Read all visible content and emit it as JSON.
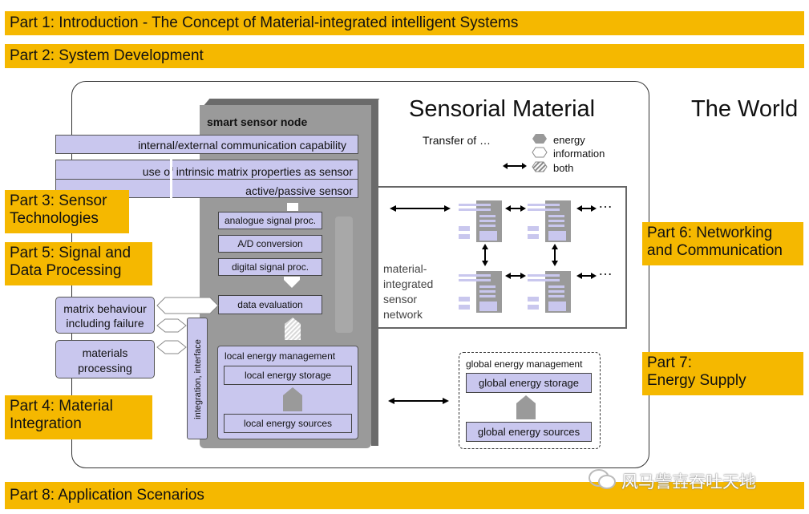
{
  "parts": {
    "p1": "Part 1: Introduction - The Concept of Material-integrated intelligent Systems",
    "p2": "Part 2: System Development",
    "p3_l1": "Part 3: Sensor",
    "p3_l2": "Technologies",
    "p5_l1": "Part 5: Signal and",
    "p5_l2": "Data Processing",
    "p4_l1": "Part 4: Material",
    "p4_l2": "Integration",
    "p6_l1": "Part 6: Networking",
    "p6_l2": "and Communication",
    "p7_l1": "Part 7:",
    "p7_l2": "Energy Supply",
    "p8": "Part 8: Application Scenarios"
  },
  "headings": {
    "sensorial_material": "Sensorial Material",
    "the_world": "The World",
    "smart_sensor_node": "smart sensor node"
  },
  "capabilities": {
    "comm": "internal/external communication capability",
    "intrinsic": "use of intrinsic matrix properties as sensor",
    "active_passive": "active/passive sensor"
  },
  "processing": {
    "analogue": "analogue signal proc.",
    "ad": "A/D conversion",
    "digital": "digital signal proc.",
    "evaluation": "data evaluation"
  },
  "side_boxes": {
    "matrix_l1": "matrix behaviour",
    "matrix_l2": "including failure",
    "materials_l1": "materials",
    "materials_l2": "processing",
    "integration": "integration, interface"
  },
  "energy": {
    "local_title": "local energy management",
    "local_storage": "local energy storage",
    "local_sources": "local energy sources",
    "global_title": "global energy management",
    "global_storage": "global energy storage",
    "global_sources": "global energy sources"
  },
  "legend": {
    "transfer": "Transfer of …",
    "energy": "energy",
    "information": "information",
    "both": "both"
  },
  "network": {
    "l1": "material-",
    "l2": "integrated",
    "l3": "sensor",
    "l4": "network",
    "ellipsis": "…"
  },
  "watermark": "风马訾壵吞吐天地",
  "colors": {
    "part_bar": "#f5b800",
    "lavender": "#c9c7ee",
    "node_gray": "#9a9a9a"
  }
}
